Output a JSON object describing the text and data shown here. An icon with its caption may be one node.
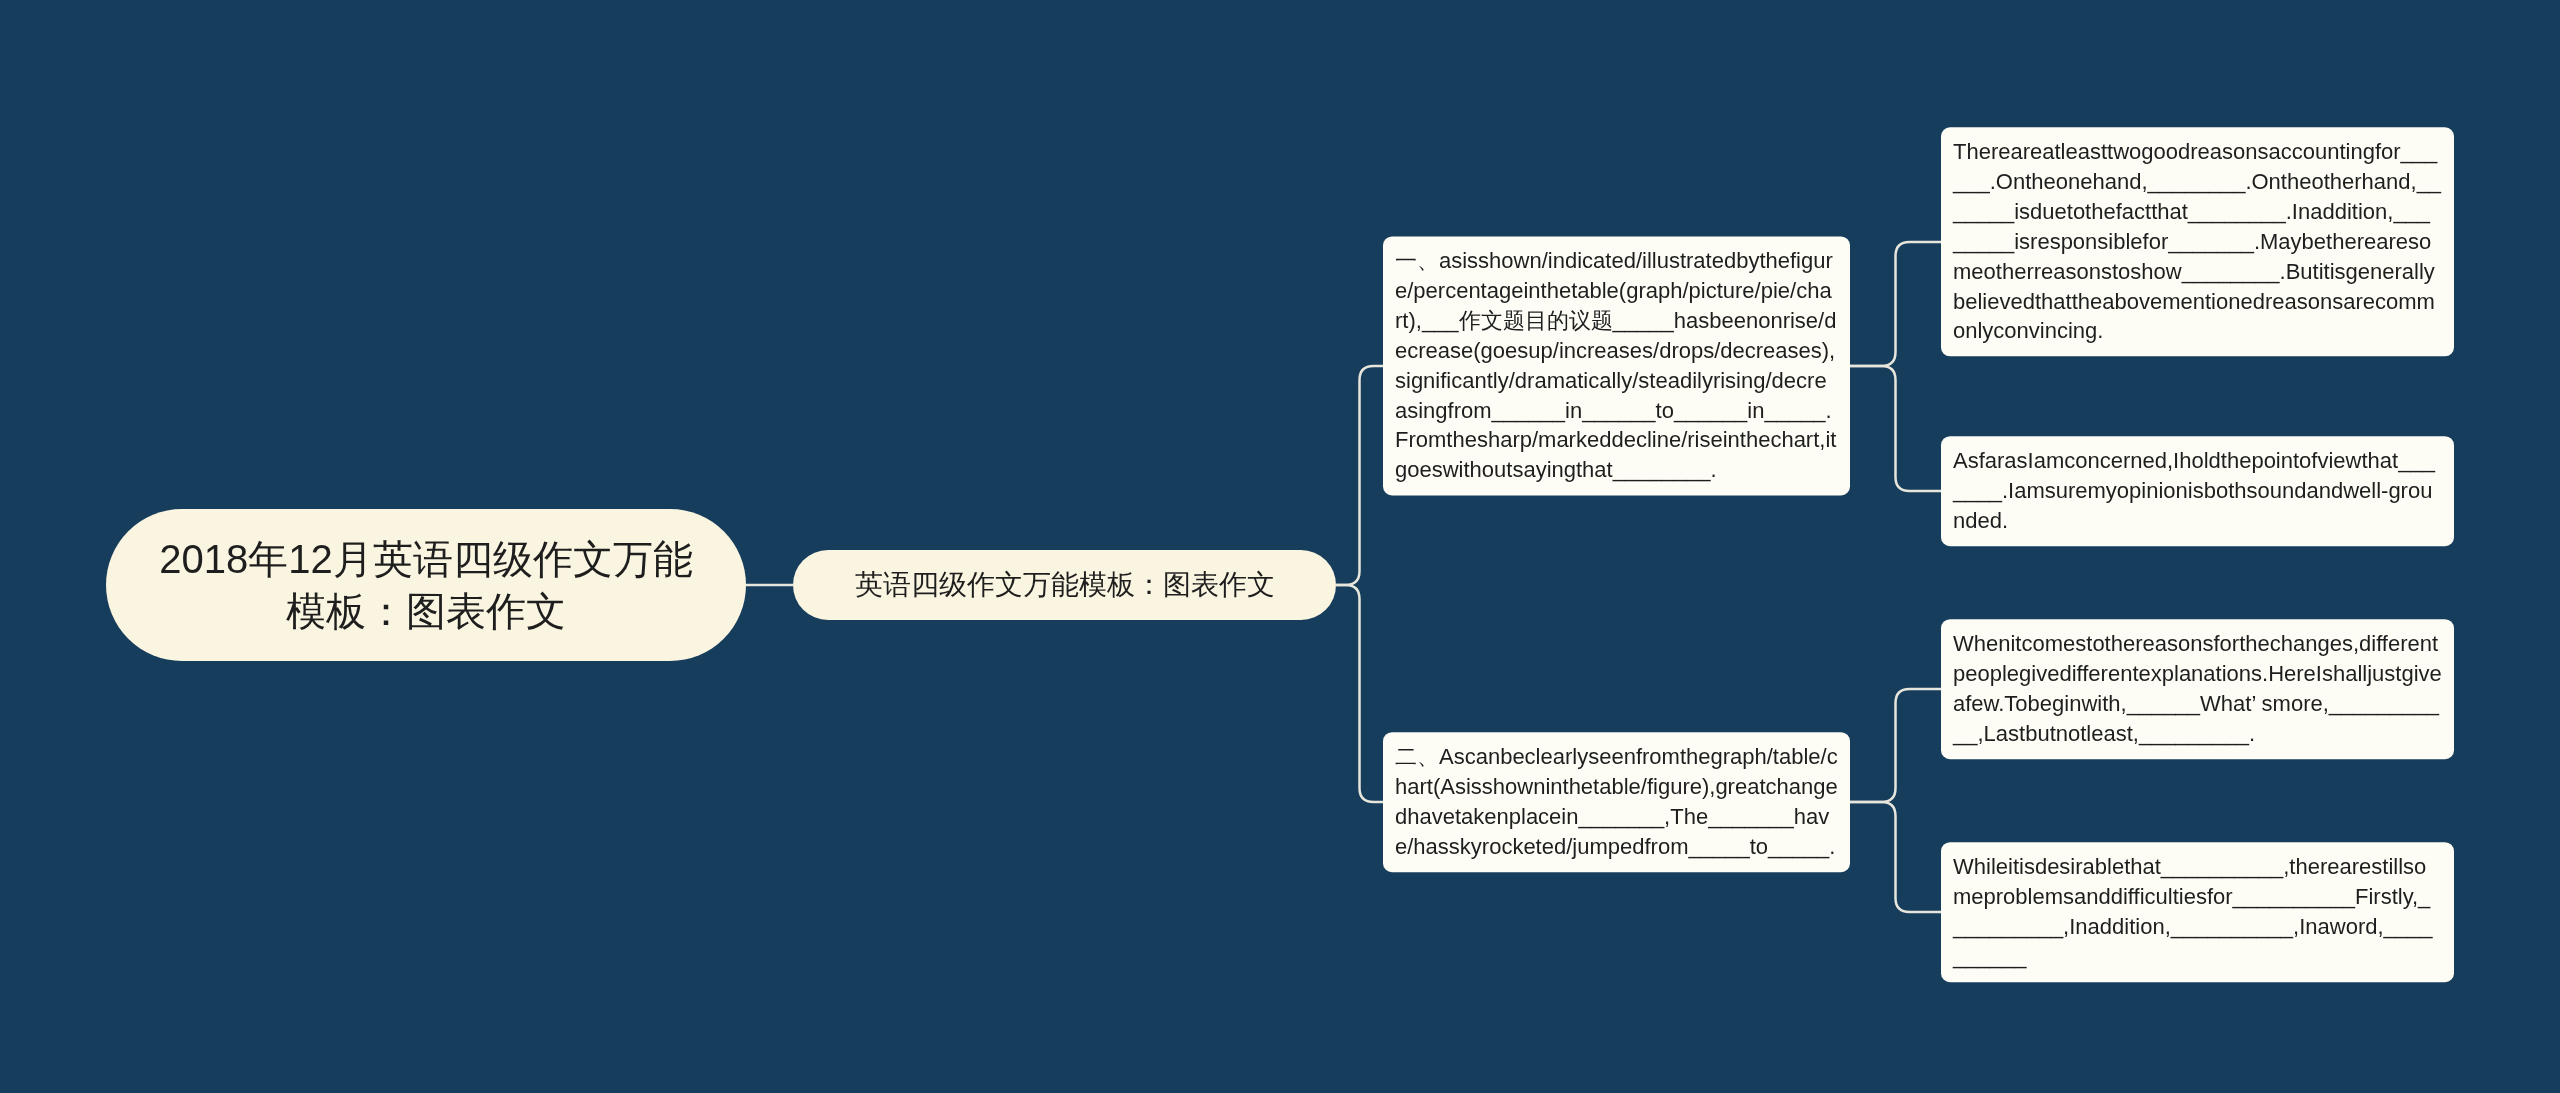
{
  "diagram": {
    "nodes": [
      {
        "text": [
          "2018年12月英语四级作文万能模板：图表作文"
        ]
      },
      {
        "text": [
          "英语四级作文万能模板：图表作文"
        ]
      },
      {
        "text": [
          "一、asisshown/indicated/illustratedbythefigure/percentageinthetable(graph/picture/pie/chart),___作文题目的议题_____hasbeenonrise/decrease(goesup/increases/drops/decreases),significantly/dramatically/steadilyrising/decreasingfrom______in______to______in_____.Fromthesharp/markeddecline/riseinthechart,itgoeswithoutsayingthat________."
        ]
      },
      {
        "text": [
          "Thereareatleasttwogoodreasonsaccountingfor______.Ontheonehand,________.Ontheotherhand,_______isduetothefactthat________.Inaddition,________isresponsiblefor_______.Maybetherearesomeotherreasonstoshow________.Butitisgenerallybelievedthattheabovementionedreasonsarecommonlyconvincing."
        ]
      },
      {
        "text": [
          "AsfarasIamconcerned,Iholdthepointofviewthat_______.Iamsuremyopinionisbothsoundandwell-grounded."
        ]
      },
      {
        "text": [
          "二、Ascanbeclearlyseenfromthegraph/table/chart(Asisshowninthetable/figure),greatchangedhavetakenplacein_______,The_______have/hasskyrocketed/jumpedfrom_____to_____."
        ]
      },
      {
        "text": [
          "Whenitcomestothereasonsforthechanges,differentpeoplegivedifferentexplanations.HereIshalljustgiveafew.Tobeginwith,______What’ smore,___________,Lastbutnotleast,_________."
        ]
      },
      {
        "text": [
          "Whileitisdesirablethat__________,therearestillsomeproblemsanddifficultiesfor__________Firstly,__________,Inaddition,__________,Inaword,__________"
        ]
      }
    ],
    "edges": [
      {
        "from": 0,
        "to": 1,
        "arrow": "none"
      },
      {
        "from": 1,
        "to": 2,
        "arrow": "none"
      },
      {
        "from": 1,
        "to": 5,
        "arrow": "none"
      },
      {
        "from": 2,
        "to": 3,
        "arrow": "none"
      },
      {
        "from": 2,
        "to": 4,
        "arrow": "none"
      },
      {
        "from": 5,
        "to": 6,
        "arrow": "none"
      },
      {
        "from": 5,
        "to": 7,
        "arrow": "none"
      }
    ]
  }
}
